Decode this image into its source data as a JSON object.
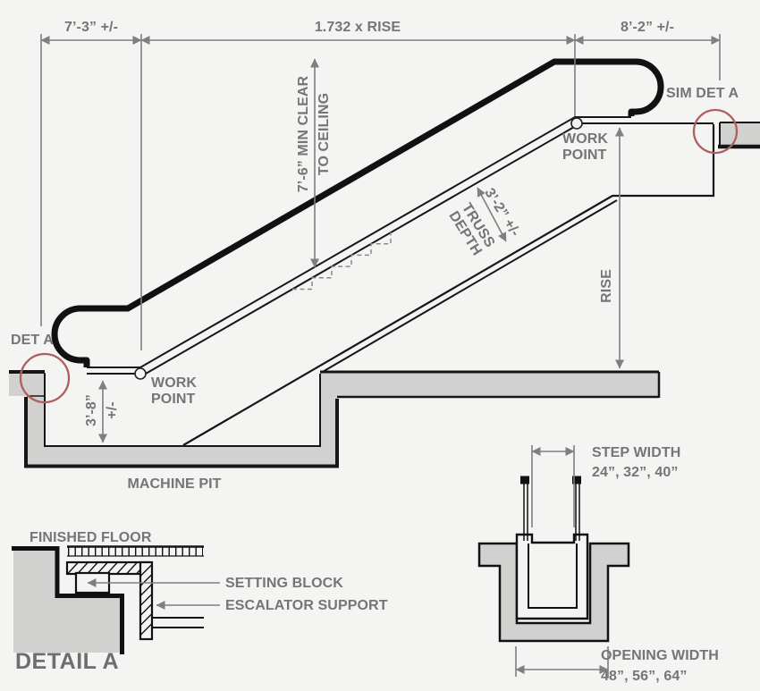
{
  "title": "Escalator section diagram",
  "colors": {
    "background": "#f4f4f2",
    "line_black": "#161616",
    "dimension_gray": "#7f7f7f",
    "text_gray": "#757575",
    "concrete_fill": "#d1d1cf",
    "detail_circle_red": "#b05f5f"
  },
  "dims": {
    "left_run": "7’-3” +/-",
    "incline_run": "1.732 x RISE",
    "right_run": "8’-2” +/-",
    "clearance": {
      "line1": "7’-6” MIN CLEAR",
      "line2": "TO CEILING"
    },
    "truss_depth": {
      "value": "3’-2” +/-",
      "label1": "TRUSS",
      "label2": "DEPTH"
    },
    "rise": "RISE",
    "pit_depth": {
      "line1": "3’-8”",
      "line2": "+/-"
    },
    "step_width": {
      "label": "STEP WIDTH",
      "values": "24”, 32”, 40”"
    },
    "opening_width": {
      "label": "OPENING WIDTH",
      "values": "48”, 56”, 64”"
    }
  },
  "labels": {
    "det_a": "DET A",
    "sim_det_a": "SIM DET A",
    "work_point": {
      "line1": "WORK",
      "line2": "POINT"
    },
    "machine_pit": "MACHINE PIT",
    "finished_floor": "FINISHED FLOOR",
    "setting_block": "SETTING BLOCK",
    "escalator_support": "ESCALATOR SUPPORT",
    "detail_a": "DETAIL A"
  }
}
